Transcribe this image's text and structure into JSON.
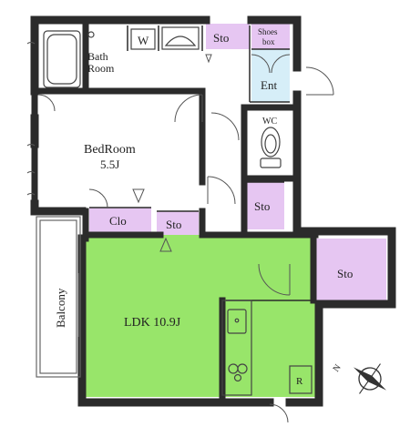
{
  "rooms": {
    "bath": {
      "name": "Bath",
      "name2": "Room"
    },
    "washer": {
      "label": "W"
    },
    "storage_top": {
      "label": "Sto"
    },
    "shoes_box": {
      "line1": "Shoes",
      "line2": "box"
    },
    "entrance": {
      "label": "Ent"
    },
    "bedroom": {
      "name": "BedRoom",
      "size": "5.5J"
    },
    "wc": {
      "label": "WC"
    },
    "closet": {
      "label": "Clo"
    },
    "storage_hall": {
      "label": "Sto"
    },
    "storage_wc_side": {
      "label": "Sto"
    },
    "storage_right": {
      "label": "Sto"
    },
    "ldk": {
      "name": "LDK 10.9J"
    },
    "balcony": {
      "label": "Balcony"
    },
    "refrigerator": {
      "label": "R"
    }
  },
  "compass": {
    "label": "N"
  },
  "colors": {
    "wall": "#2b2b2b",
    "ldk_fill": "#98e56a",
    "storage_fill": "#e6c6f2",
    "entrance_fill": "#d6eef8",
    "floor_fill": "#ffffff"
  }
}
